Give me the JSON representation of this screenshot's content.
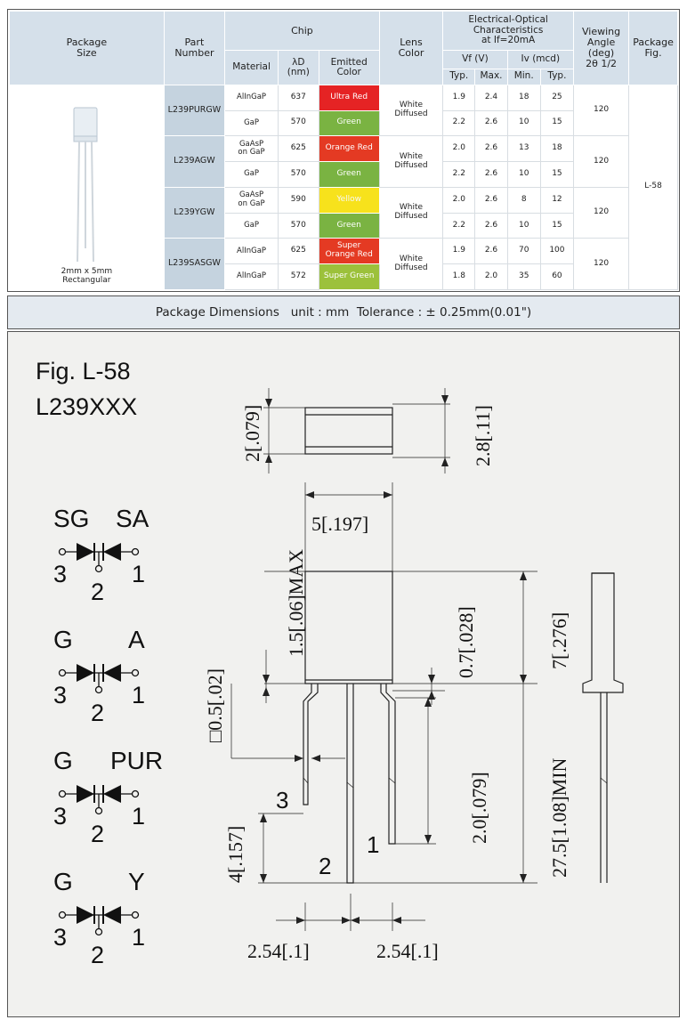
{
  "table": {
    "headers": {
      "package_size": "Package\nSize",
      "part_number": "Part\nNumber",
      "chip": "Chip",
      "material": "Material",
      "lambda": "λD\n(nm)",
      "emitted": "Emitted\nColor",
      "lens": "Lens\nColor",
      "eo": "Electrical-Optical\nCharacteristics\nat If=20mA",
      "vf": "Vf (V)",
      "iv": "Iv (mcd)",
      "typ": "Typ.",
      "max": "Max.",
      "min": "Min.",
      "typ2": "Typ.",
      "viewing": "Viewing\nAngle\n(deg)\n2θ 1/2",
      "fig": "Package\nFig."
    },
    "package_size_label": "2mm x 5mm\nRectangular",
    "package_fig": "L-58",
    "groups": [
      {
        "part": "L239PURGW",
        "lens": "White\nDiffused",
        "angle": "120",
        "rows": [
          {
            "material": "AlInGaP",
            "wavelength": "637",
            "color": "Ultra Red",
            "color_hex": "#e52324",
            "vf_typ": "1.9",
            "vf_max": "2.4",
            "iv_min": "18",
            "iv_typ": "25"
          },
          {
            "material": "GaP",
            "wavelength": "570",
            "color": "Green",
            "color_hex": "#7ab342",
            "vf_typ": "2.2",
            "vf_max": "2.6",
            "iv_min": "10",
            "iv_typ": "15"
          }
        ]
      },
      {
        "part": "L239AGW",
        "lens": "White\nDiffused",
        "angle": "120",
        "rows": [
          {
            "material": "GaAsP\non GaP",
            "wavelength": "625",
            "color": "Orange Red",
            "color_hex": "#e43a23",
            "vf_typ": "2.0",
            "vf_max": "2.6",
            "iv_min": "13",
            "iv_typ": "18"
          },
          {
            "material": "GaP",
            "wavelength": "570",
            "color": "Green",
            "color_hex": "#7ab342",
            "vf_typ": "2.2",
            "vf_max": "2.6",
            "iv_min": "10",
            "iv_typ": "15"
          }
        ]
      },
      {
        "part": "L239YGW",
        "lens": "White\nDiffused",
        "angle": "120",
        "rows": [
          {
            "material": "GaAsP\non GaP",
            "wavelength": "590",
            "color": "Yellow",
            "color_hex": "#f7e21c",
            "vf_typ": "2.0",
            "vf_max": "2.6",
            "iv_min": "8",
            "iv_typ": "12"
          },
          {
            "material": "GaP",
            "wavelength": "570",
            "color": "Green",
            "color_hex": "#7ab342",
            "vf_typ": "2.2",
            "vf_max": "2.6",
            "iv_min": "10",
            "iv_typ": "15"
          }
        ]
      },
      {
        "part": "L239SASGW",
        "lens": "White\nDiffused",
        "angle": "120",
        "rows": [
          {
            "material": "AlInGaP",
            "wavelength": "625",
            "color": "Super\nOrange Red",
            "color_hex": "#e43a23",
            "vf_typ": "1.9",
            "vf_max": "2.6",
            "iv_min": "70",
            "iv_typ": "100"
          },
          {
            "material": "AlInGaP",
            "wavelength": "572",
            "color": "Super Green",
            "color_hex": "#9cc13b",
            "vf_typ": "1.8",
            "vf_max": "2.0",
            "iv_min": "35",
            "iv_typ": "60"
          }
        ]
      }
    ]
  },
  "dimensions_title": "Package Dimensions   unit : mm  Tolerance : ± 0.25mm(0.01\")",
  "drawing": {
    "fig_label": "Fig. L-58",
    "series_label": "L239XXX",
    "circuits": [
      {
        "left": "SG",
        "right": "SA"
      },
      {
        "left": "G",
        "right": "A"
      },
      {
        "left": "G",
        "right": "PUR"
      },
      {
        "left": "G",
        "right": "Y"
      }
    ],
    "pin3": "3",
    "pin2": "2",
    "pin1": "1",
    "dims": {
      "height_top": "2[.079]",
      "height_top2": "2.8[.11]",
      "width": "5[.197]",
      "max_flange": "1.5[.06]MAX",
      "gap": "0.7[.028]",
      "body_len": "7[.276]",
      "lead_sq": "□0.5[.02]",
      "bend": "2.0[.079]",
      "lead_len": "27.5[1.08]MIN",
      "offset": "4[.157]",
      "pitch1": "2.54[.1]",
      "pitch2": "2.54[.1]"
    }
  }
}
